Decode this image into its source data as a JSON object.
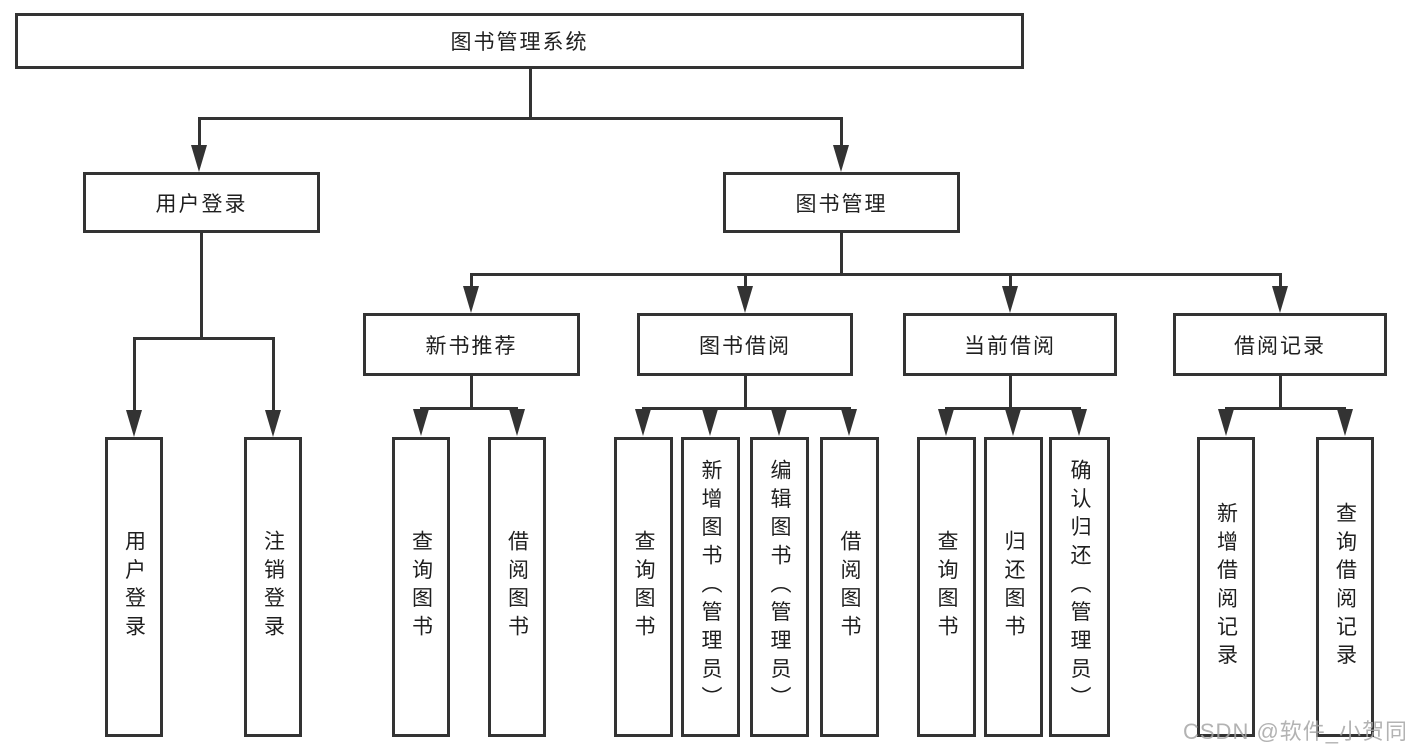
{
  "diagram_title": "图书管理系统",
  "watermark": "CSDN @软件_小贺同学",
  "colors": {
    "line": "#333333",
    "box_background": "#ffffff",
    "text": "#1f1f1f",
    "watermark": "#a6a6a6"
  },
  "nodes": {
    "root": {
      "label": "图书管理系统"
    },
    "level2": [
      {
        "label": "用户登录"
      },
      {
        "label": "图书管理"
      }
    ],
    "level3": [
      {
        "label": "新书推荐"
      },
      {
        "label": "图书借阅"
      },
      {
        "label": "当前借阅"
      },
      {
        "label": "借阅记录"
      }
    ],
    "leaves": {
      "user_login": [
        {
          "label": "用户登录"
        },
        {
          "label": "注销登录"
        }
      ],
      "new_book_recommend": [
        {
          "label": "查询图书"
        },
        {
          "label": "借阅图书"
        }
      ],
      "book_borrow": [
        {
          "label": "查询图书"
        },
        {
          "label": "新增图书（管理员）"
        },
        {
          "label": "编辑图书（管理员）"
        },
        {
          "label": "借阅图书"
        }
      ],
      "current_borrow": [
        {
          "label": "查询图书"
        },
        {
          "label": "归还图书"
        },
        {
          "label": "确认归还（管理员）"
        }
      ],
      "borrow_record": [
        {
          "label": "新增借阅记录"
        },
        {
          "label": "查询借阅记录"
        }
      ]
    }
  }
}
